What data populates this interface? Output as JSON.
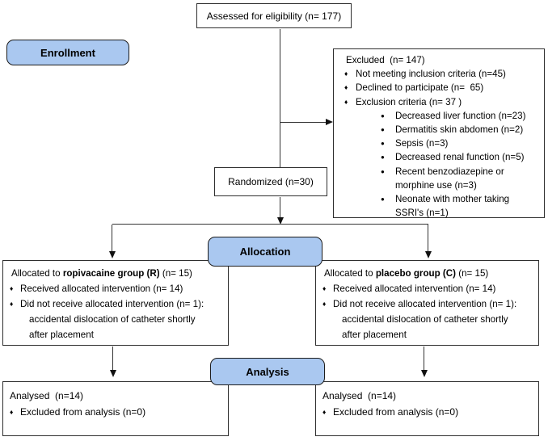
{
  "markers": {
    "diamond": "♦",
    "dot": "●"
  },
  "colors": {
    "stage_fill": "#aac8f0",
    "line": "#343434"
  },
  "flow": {
    "assessed": {
      "text": "Assessed for eligibility (n= 177)"
    },
    "enrollment_label": "Enrollment",
    "excluded": {
      "title": "Excluded  (n= 147)",
      "items": [
        "Not meeting inclusion criteria (n=45)",
        "Declined to participate (n=  65)",
        "Exclusion criteria (n= 37 )"
      ],
      "sub_items": [
        "Decreased liver function (n=23)",
        "Dermatitis skin abdomen (n=2)",
        "Sepsis (n=3)",
        "Decreased renal function (n=5)",
        "Recent benzodiazepine or\nmorphine use (n=3)",
        "Neonate with mother taking\nSSRI's (n=1)"
      ]
    },
    "randomized": {
      "text": "Randomized (n=30)"
    },
    "allocation_label": "Allocation",
    "alloc_left": {
      "title_prefix": "Allocated to ",
      "title_bold": "ropivacaine group (R)",
      "title_suffix": " (n= 15)",
      "items": [
        "Received allocated intervention (n= 14)",
        "Did not receive allocated intervention (n= 1):"
      ],
      "continuation": "accidental dislocation of catheter shortly\nafter placement"
    },
    "alloc_right": {
      "title_prefix": "Allocated to ",
      "title_bold": "placebo group (C)",
      "title_suffix": " (n= 15)",
      "items": [
        "Received allocated intervention (n= 14)",
        "Did not receive allocated intervention (n= 1):"
      ],
      "continuation": "accidental dislocation of catheter shortly\nafter placement"
    },
    "analysis_label": "Analysis",
    "analysis_left": {
      "title": "Analysed  (n=14)",
      "items": [
        "Excluded from analysis (n=0)"
      ]
    },
    "analysis_right": {
      "title": "Analysed  (n=14)",
      "items": [
        "Excluded from analysis (n=0)"
      ]
    }
  }
}
